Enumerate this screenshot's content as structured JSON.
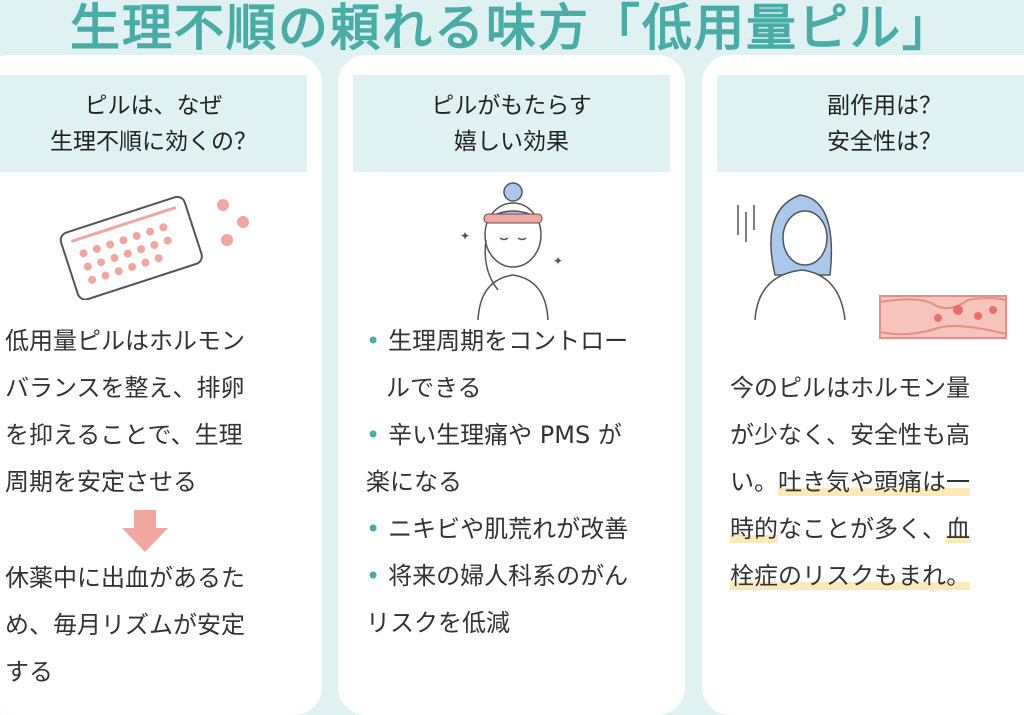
{
  "title": "生理不順の頼れる味方「低用量ピル」",
  "columns": [
    {
      "header": [
        "ピルは、なぜ",
        "生理不順に効くの？"
      ],
      "lines1": [
        "低用量ピルはホルモン",
        "バランスを整え、排卵",
        "を抑えることで、生理",
        "周期を安定させる"
      ],
      "lines2": [
        "休薬中に出血があるた",
        "め、毎月リズムが安定",
        "する"
      ]
    },
    {
      "header": [
        "ピルがもたらす",
        "嬉しい効果"
      ],
      "bullet": "•",
      "items": [
        [
          "生理周期をコントロー",
          "ルできる"
        ],
        [
          "辛い生理痛や PMS が",
          "楽になる"
        ],
        [
          "ニキビや肌荒れが改善"
        ],
        [
          "将来の婦人科系のがん",
          "リスクを低減"
        ]
      ]
    },
    {
      "header": [
        "副作用は？",
        "安全性は？"
      ],
      "lines": [
        [
          {
            "t": "今のピルはホルモン量",
            "h": false
          }
        ],
        [
          {
            "t": "が少なく、安全性も高",
            "h": false
          }
        ],
        [
          {
            "t": "い。",
            "h": false
          },
          {
            "t": "吐き気や頭痛は一",
            "h": true
          }
        ],
        [
          {
            "t": "時的",
            "h": true
          },
          {
            "t": "なことが多く、",
            "h": false
          },
          {
            "t": "血",
            "h": true
          }
        ],
        [
          {
            "t": "栓症のリスクもまれ。",
            "h": true
          }
        ]
      ]
    }
  ],
  "colors": {
    "accent": "#4aaca6",
    "pill": "#f0a7a0",
    "highlight": "#fbe9b8"
  }
}
